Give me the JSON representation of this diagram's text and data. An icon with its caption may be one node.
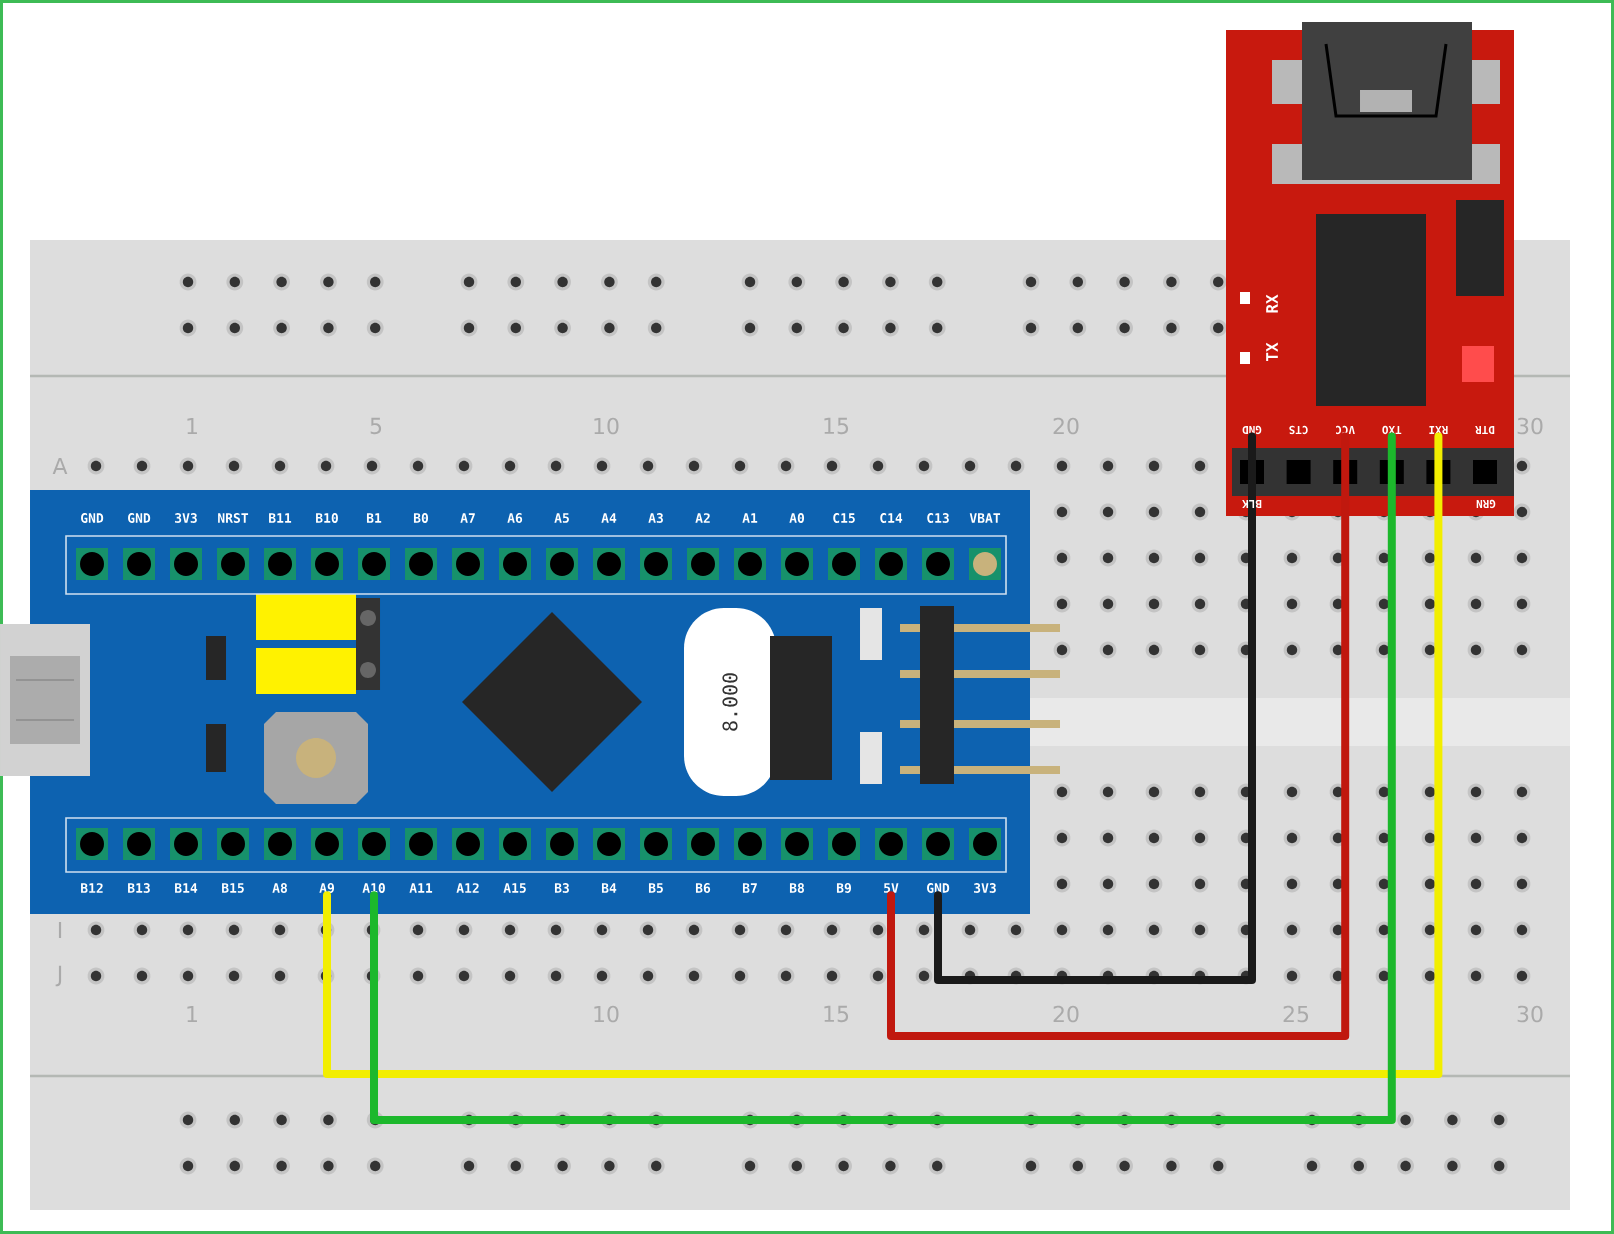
{
  "diagram": {
    "nodes": [
      {
        "text": [],
        "shape": "picture"
      },
      {
        "text": [
          "GND"
        ],
        "in": 0
      },
      {
        "text": [
          "GND"
        ],
        "in": 0
      },
      {
        "text": [
          "3V3"
        ],
        "in": 0
      },
      {
        "text": [
          "NRST"
        ],
        "in": 0
      },
      {
        "text": [
          "B11"
        ],
        "in": 0
      },
      {
        "text": [
          "B10"
        ],
        "in": 0
      },
      {
        "text": [
          "B1"
        ],
        "in": 0
      },
      {
        "text": [
          "B0"
        ],
        "in": 0
      },
      {
        "text": [
          "A7"
        ],
        "in": 0
      },
      {
        "text": [
          "A6"
        ],
        "in": 0
      },
      {
        "text": [
          "A5"
        ],
        "in": 0
      },
      {
        "text": [
          "A4"
        ],
        "in": 0
      },
      {
        "text": [
          "A3"
        ],
        "in": 0
      },
      {
        "text": [
          "A2"
        ],
        "in": 0
      },
      {
        "text": [
          "A1"
        ],
        "in": 0
      },
      {
        "text": [
          "A0"
        ],
        "in": 0
      },
      {
        "text": [
          "C15"
        ],
        "in": 0
      },
      {
        "text": [
          "C14"
        ],
        "in": 0
      },
      {
        "text": [
          "C13"
        ],
        "in": 0
      },
      {
        "text": [
          "VBAT"
        ],
        "in": 0
      },
      {
        "text": [
          "B12"
        ],
        "in": 0
      },
      {
        "text": [
          "B13"
        ],
        "in": 0
      },
      {
        "text": [
          "B14"
        ],
        "in": 0
      },
      {
        "text": [
          "B15"
        ],
        "in": 0
      },
      {
        "text": [
          "A8"
        ],
        "in": 0
      },
      {
        "text": [
          "A9"
        ],
        "in": 0
      },
      {
        "text": [
          "A10"
        ],
        "in": 0
      },
      {
        "text": [
          "A11"
        ],
        "in": 0
      },
      {
        "text": [
          "A12"
        ],
        "in": 0
      },
      {
        "text": [
          "A15"
        ],
        "in": 0
      },
      {
        "text": [
          "B3"
        ],
        "in": 0
      },
      {
        "text": [
          "B4"
        ],
        "in": 0
      },
      {
        "text": [
          "B5"
        ],
        "in": 0
      },
      {
        "text": [
          "B6"
        ],
        "in": 0
      },
      {
        "text": [
          "B7"
        ],
        "in": 0
      },
      {
        "text": [
          "B8"
        ],
        "in": 0
      },
      {
        "text": [
          "B9"
        ],
        "in": 0
      },
      {
        "text": [
          "5V"
        ],
        "in": 0
      },
      {
        "text": [
          "GND"
        ],
        "in": 0
      },
      {
        "text": [
          "3V3"
        ],
        "in": 0
      },
      {
        "text": [
          "TX",
          "RX"
        ]
      },
      {
        "text": [
          "GND"
        ],
        "in": 41
      },
      {
        "text": [
          "CTS"
        ],
        "in": 41
      },
      {
        "text": [
          "VCC"
        ],
        "in": 41
      },
      {
        "text": [
          "TXO"
        ],
        "in": 41
      },
      {
        "text": [
          "RXI"
        ],
        "in": 41
      },
      {
        "text": [
          "DTR"
        ],
        "in": 41
      }
    ],
    "edges": [
      {
        "from": 26,
        "to": 46,
        "arrow": "none",
        "color": "#f2ee00"
      },
      {
        "from": 27,
        "to": 45,
        "arrow": "none",
        "color": "#1cb82c"
      },
      {
        "from": 38,
        "to": 44,
        "arrow": "none",
        "color": "#c0180e"
      },
      {
        "from": 39,
        "to": 42,
        "arrow": "none",
        "color": "#1a1a1a"
      }
    ],
    "labels": [
      "1",
      "5",
      "10",
      "15",
      "20",
      "30",
      "A",
      "8.000",
      "I",
      "J",
      "1",
      "10",
      "15",
      "20",
      "25",
      "30",
      "BLK",
      "GRN"
    ]
  }
}
